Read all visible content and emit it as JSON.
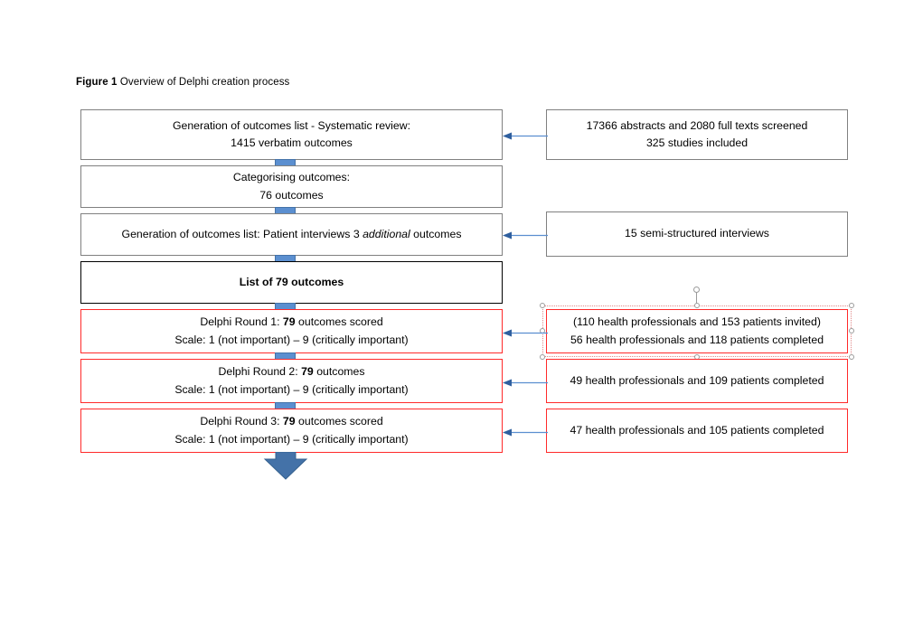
{
  "figure": {
    "label": "Figure 1",
    "caption": "Overview of Delphi creation process"
  },
  "colors": {
    "box_border_gray": "#808080",
    "box_border_black": "#000000",
    "box_border_red": "#ff2a2a",
    "connector_blue": "#4472a8",
    "connector_fill": "#5b8fd0",
    "arrow_blue": "#4472a8",
    "selection_handle": "#9b9b9b"
  },
  "flow": {
    "left_boxes": [
      {
        "id": "generation-systematic-review",
        "lines": [
          {
            "text": "Generation of outcomes list - Systematic review:"
          },
          {
            "text": "1415 verbatim outcomes"
          }
        ]
      },
      {
        "id": "categorising-outcomes",
        "lines": [
          {
            "text": "Categorising outcomes:"
          },
          {
            "text": "76 outcomes"
          }
        ]
      },
      {
        "id": "generation-patient-interviews",
        "lines": [
          {
            "pre": "Generation of outcomes list:  Patient interviews 3 ",
            "italic": "additional",
            "post": " outcomes"
          }
        ]
      },
      {
        "id": "list-of-79-outcomes",
        "lines": [
          {
            "text": "List of 79 outcomes"
          }
        ]
      },
      {
        "id": "delphi-round-1",
        "lines": [
          {
            "pre": "Delphi Round 1: ",
            "bold": "79",
            "post": " outcomes scored"
          },
          {
            "text": "Scale: 1 (not important) – 9 (critically important)"
          }
        ]
      },
      {
        "id": "delphi-round-2",
        "lines": [
          {
            "pre": "Delphi Round 2: ",
            "bold": "79",
            "post": " outcomes"
          },
          {
            "text": "Scale: 1 (not important) – 9 (critically important)"
          }
        ]
      },
      {
        "id": "delphi-round-3",
        "lines": [
          {
            "pre": "Delphi Round 3: ",
            "bold": "79",
            "post": " outcomes scored"
          },
          {
            "text": "Scale: 1 (not important) – 9 (critically important)"
          }
        ]
      }
    ],
    "right_boxes": [
      {
        "id": "abstracts-screened",
        "lines": [
          {
            "text": "17366 abstracts and 2080 full texts screened"
          },
          {
            "text": "325 studies included"
          }
        ]
      },
      {
        "id": "semi-structured-interviews",
        "lines": [
          {
            "text": "15 semi-structured interviews"
          }
        ]
      },
      {
        "id": "round-1-participants",
        "lines": [
          {
            "text": "(110 health professionals and 153 patients invited)"
          },
          {
            "text": "56 health professionals and 118 patients completed"
          }
        ]
      },
      {
        "id": "round-2-participants",
        "lines": [
          {
            "text": "49 health professionals and 109 patients completed"
          }
        ]
      },
      {
        "id": "round-3-participants",
        "lines": [
          {
            "text": "47 health professionals and 105 patients completed"
          }
        ]
      }
    ]
  }
}
